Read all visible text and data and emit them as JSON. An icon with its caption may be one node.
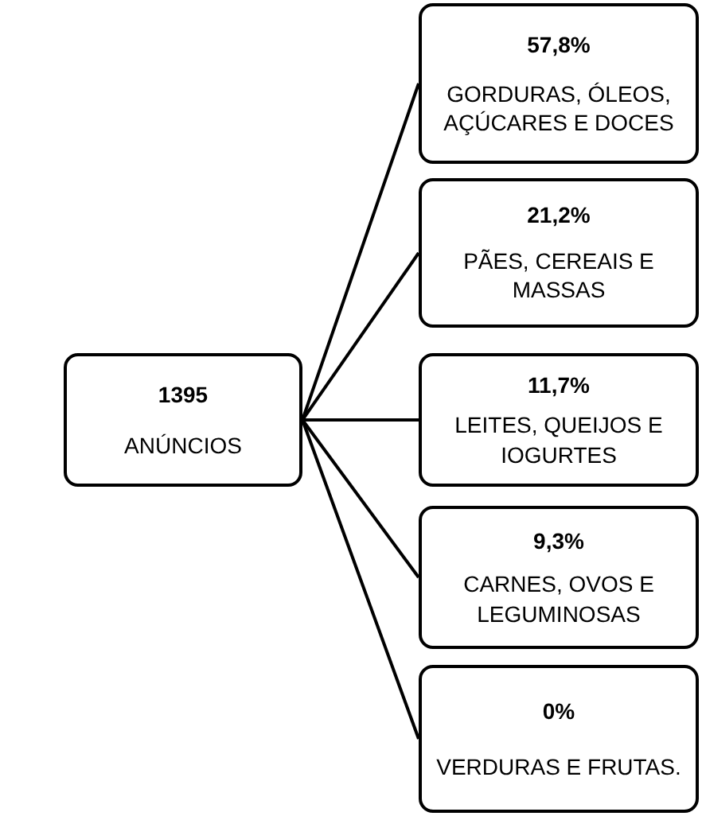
{
  "diagram": {
    "nodes": [
      {
        "text": [
          "1395",
          "ANÚNCIOS"
        ]
      },
      {
        "text": [
          "57,8%",
          "GORDURAS, ÓLEOS, AÇÚCARES E DOCES"
        ]
      },
      {
        "text": [
          "21,2%",
          "PÃES, CEREAIS E MASSAS"
        ]
      },
      {
        "text": [
          "11,7%",
          "LEITES, QUEIJOS E IOGURTES"
        ]
      },
      {
        "text": [
          "9,3%",
          "CARNES, OVOS E LEGUMINOSAS"
        ]
      },
      {
        "text": [
          "0%",
          "VERDURAS E FRUTAS."
        ]
      }
    ],
    "edges": [
      {
        "from": 0,
        "to": 1,
        "arrow": "none"
      },
      {
        "from": 0,
        "to": 2,
        "arrow": "none"
      },
      {
        "from": 0,
        "to": 3,
        "arrow": "none"
      },
      {
        "from": 0,
        "to": 4,
        "arrow": "none"
      },
      {
        "from": 0,
        "to": 5,
        "arrow": "none"
      }
    ]
  }
}
